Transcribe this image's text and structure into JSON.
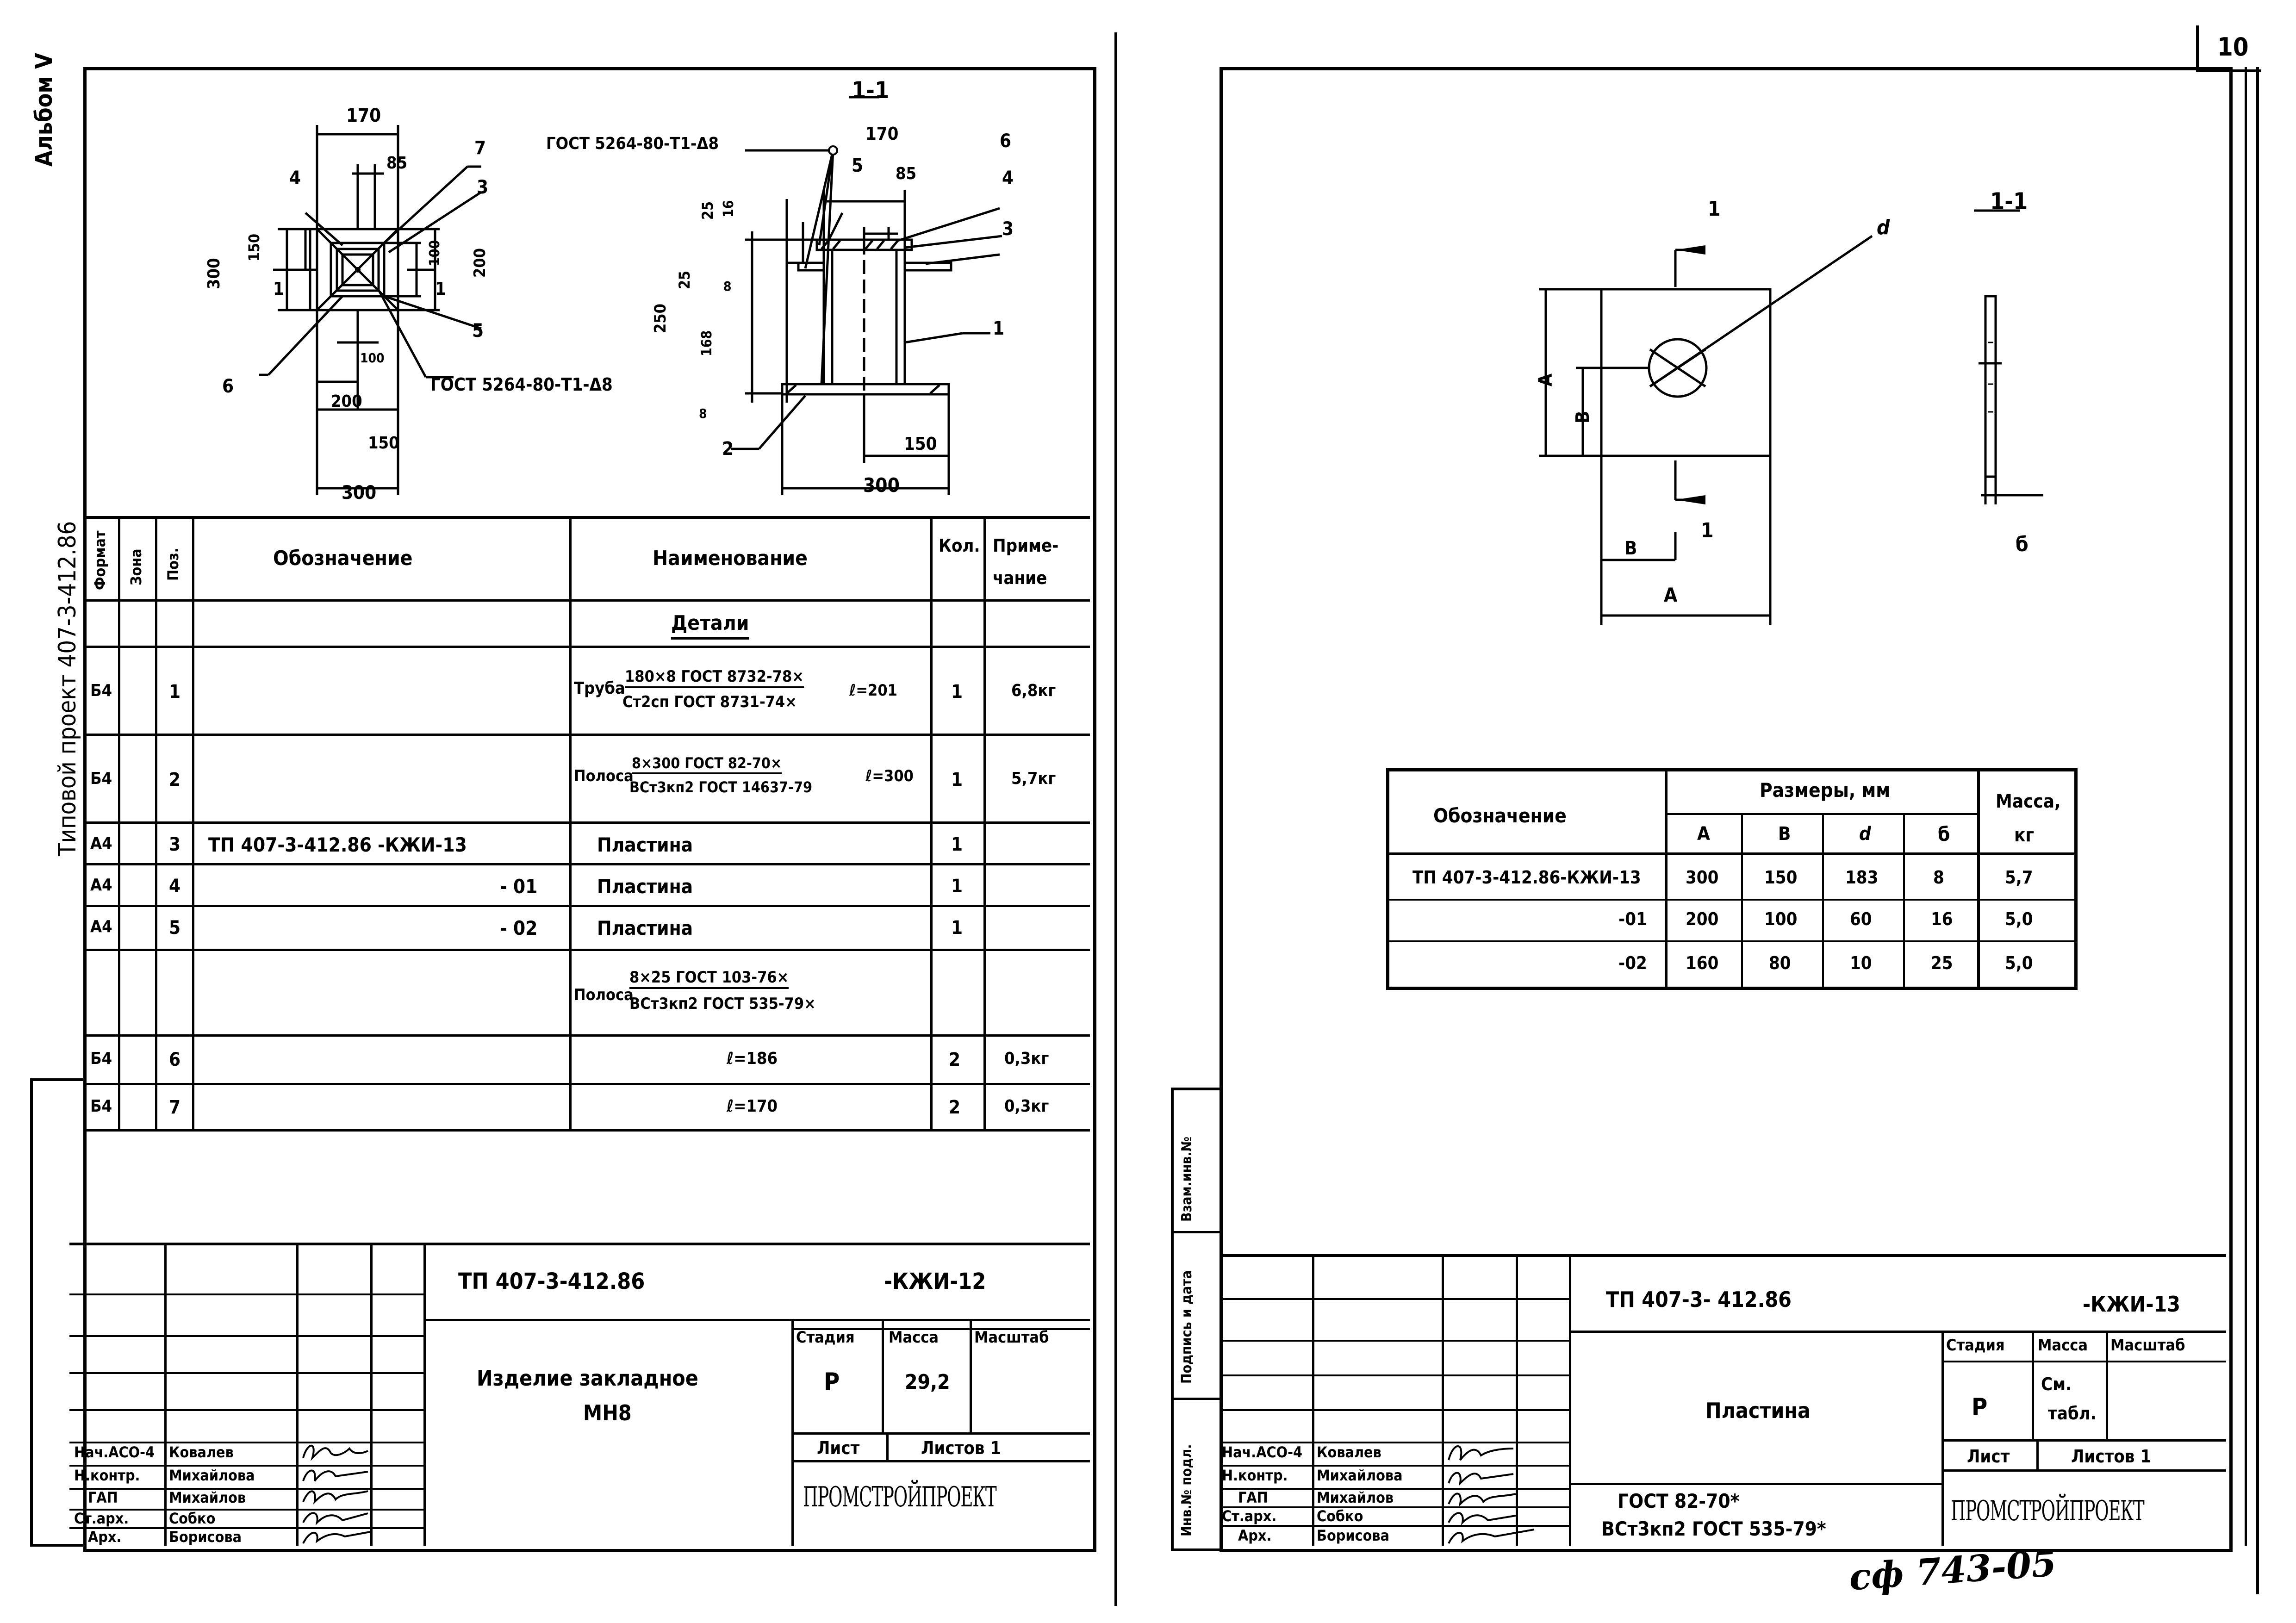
{
  "sheet_number": "10",
  "left": {
    "side_album": "Альбом V",
    "side_project": "Типовой проект 407-3-412.86",
    "drawing": {
      "section_label": "1-1",
      "gost_ref_top": "ГОСТ 5264-80-Т1-Δ8",
      "gost_ref_plan": "ГОСТ 5264-80-Т1-Δ8",
      "plan_dims": {
        "w170": "170",
        "d85": "85",
        "h300": "300",
        "h150": "150",
        "h100": "100",
        "h200": "200",
        "w100": "100",
        "w200": "200",
        "w150": "150",
        "w300": "300"
      },
      "plan_markers": {
        "p7": "7",
        "p3": "3",
        "p4": "4",
        "p5": "5",
        "p6": "6",
        "cut1": "1"
      },
      "section_dims": {
        "w170": "170",
        "d85": "85",
        "h25": "25",
        "h16": "16",
        "h25b": "25",
        "h250": "250",
        "h168": "168",
        "h8": "8",
        "h8b": "8",
        "w150": "150",
        "w300": "300"
      },
      "section_markers": {
        "p6": "6",
        "p5": "5",
        "p4": "4",
        "p3": "3",
        "p1": "1",
        "p2": "2"
      }
    },
    "spec_table": {
      "headers": {
        "format": "Формат",
        "zone": "Зона",
        "pos": "Поз.",
        "designation": "Обозначение",
        "name": "Наименование",
        "qty": "Кол.",
        "note1": "Приме-",
        "note2": "чание"
      },
      "section_title": "Детали",
      "rows": [
        {
          "format": "Б4",
          "pos": "1",
          "des": "",
          "name": "Труба",
          "frac_top": "180×8 ГОСТ 8732-78×",
          "frac_bot": "Ст2сп ГОСТ 8731-74×",
          "len": "ℓ=201",
          "qty": "1",
          "note": "6,8кг"
        },
        {
          "format": "Б4",
          "pos": "2",
          "des": "",
          "name": "Полоса",
          "frac_top": "8×300 ГОСТ 82-70×",
          "frac_bot": "ВСт3кп2 ГОСТ 14637-79",
          "len": "ℓ=300",
          "qty": "1",
          "note": "5,7кг"
        },
        {
          "format": "А4",
          "pos": "3",
          "des": "ТП 407-3-412.86   -КЖИ-13",
          "name": "Пластина",
          "qty": "1",
          "note": ""
        },
        {
          "format": "А4",
          "pos": "4",
          "des": "- 01",
          "name": "Пластина",
          "qty": "1",
          "note": ""
        },
        {
          "format": "А4",
          "pos": "5",
          "des": "- 02",
          "name": "Пластина",
          "qty": "1",
          "note": ""
        },
        {
          "format": "",
          "pos": "",
          "des": "",
          "name": "Полоса",
          "frac_top": "8×25 ГОСТ 103-76×",
          "frac_bot": "ВСт3кп2 ГОСТ 535-79×",
          "qty": "",
          "note": ""
        },
        {
          "format": "Б4",
          "pos": "6",
          "des": "",
          "len": "ℓ=186",
          "qty": "2",
          "note": "0,3кг"
        },
        {
          "format": "Б4",
          "pos": "7",
          "des": "",
          "len": "ℓ=170",
          "qty": "2",
          "note": "0,3кг"
        }
      ]
    },
    "title_block": {
      "code": "ТП 407-3-412.86",
      "mark": "-КЖИ-12",
      "title_line1": "Изделие закладное",
      "title_line2": "МН8",
      "stage_label": "Стадия",
      "mass_label": "Масса",
      "scale_label": "Масштаб",
      "stage": "Р",
      "mass": "29,2",
      "sheet_label": "Лист",
      "sheets_label": "Листов 1",
      "org": "ПРОМСТРОЙПРОЕКТ",
      "roles": [
        "Нач.АСО-4",
        "Н.контр.",
        "ГАП",
        "Ст.арх.",
        "Арх."
      ],
      "names": [
        "Ковалев",
        "Михайлова",
        "Михайлов",
        "Собко",
        "Борисова"
      ]
    }
  },
  "right": {
    "drawing": {
      "section_label": "1-1",
      "cut_marker": "1",
      "dims": {
        "A_v": "А",
        "B_v": "В",
        "B_h": "В",
        "A_h": "А",
        "d": "d",
        "b": "б"
      }
    },
    "sizes_table": {
      "h_designation": "Обозначение",
      "h_sizes": "Размеры, мм",
      "h_mass": "Масса,",
      "h_mass2": "кг",
      "cols": [
        "А",
        "В",
        "d",
        "б"
      ],
      "rows": [
        {
          "des": "ТП 407-3-412.86-КЖИ-13",
          "a": "300",
          "b": "150",
          "d": "183",
          "t": "8",
          "mass": "5,7"
        },
        {
          "des": "-01",
          "a": "200",
          "b": "100",
          "d": "60",
          "t": "16",
          "mass": "5,0"
        },
        {
          "des": "-02",
          "a": "160",
          "b": "80",
          "d": "10",
          "t": "25",
          "mass": "5,0"
        }
      ]
    },
    "side_stamps": [
      "Инв.№ подл.",
      "Подпись и дата",
      "Взам.инв.№"
    ],
    "title_block": {
      "code": "ТП 407-3-  412.86",
      "mark": "-КЖИ-13",
      "title": "Пластина",
      "stage_label": "Стадия",
      "mass_label": "Масса",
      "scale_label": "Масштаб",
      "stage": "Р",
      "mass1": "См.",
      "mass2": "табл.",
      "sheet_label": "Лист",
      "sheets_label": "Листов 1",
      "material1": "ГОСТ 82-70*",
      "material2": "ВСт3кп2 ГОСТ 535-79*",
      "org": "ПРОМСТРОЙПРОЕКТ",
      "roles": [
        "Нач.АСО-4",
        "Н.контр.",
        "ГАП",
        "Ст.арх.",
        "Арх."
      ],
      "names": [
        "Ковалев",
        "Михайлова",
        "Михайлов",
        "Собко",
        "Борисова"
      ]
    },
    "handwritten_code": "сф 743-05"
  }
}
